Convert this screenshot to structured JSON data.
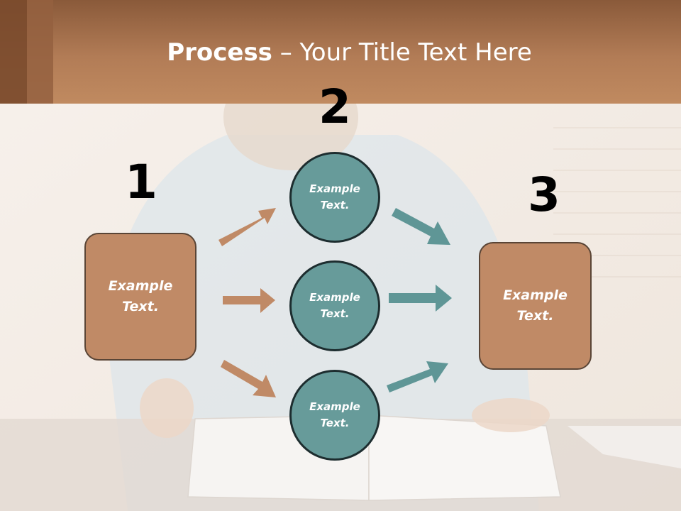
{
  "slide": {
    "title_bold": "Process",
    "title_rest": " – Your Title Text Here"
  },
  "steps": {
    "one": {
      "number": "1",
      "text": "Example\nText."
    },
    "two": {
      "number": "2",
      "circles": [
        "Example\nText.",
        "Example\nText.",
        "Example\nText."
      ]
    },
    "three": {
      "number": "3",
      "text": "Example\nText."
    }
  },
  "colors": {
    "header": "#b27c56",
    "box_fill": "#c08a66",
    "circle_fill": "#679b9a",
    "arrow_brown": "#c08a66",
    "arrow_teal": "#5f9696"
  }
}
